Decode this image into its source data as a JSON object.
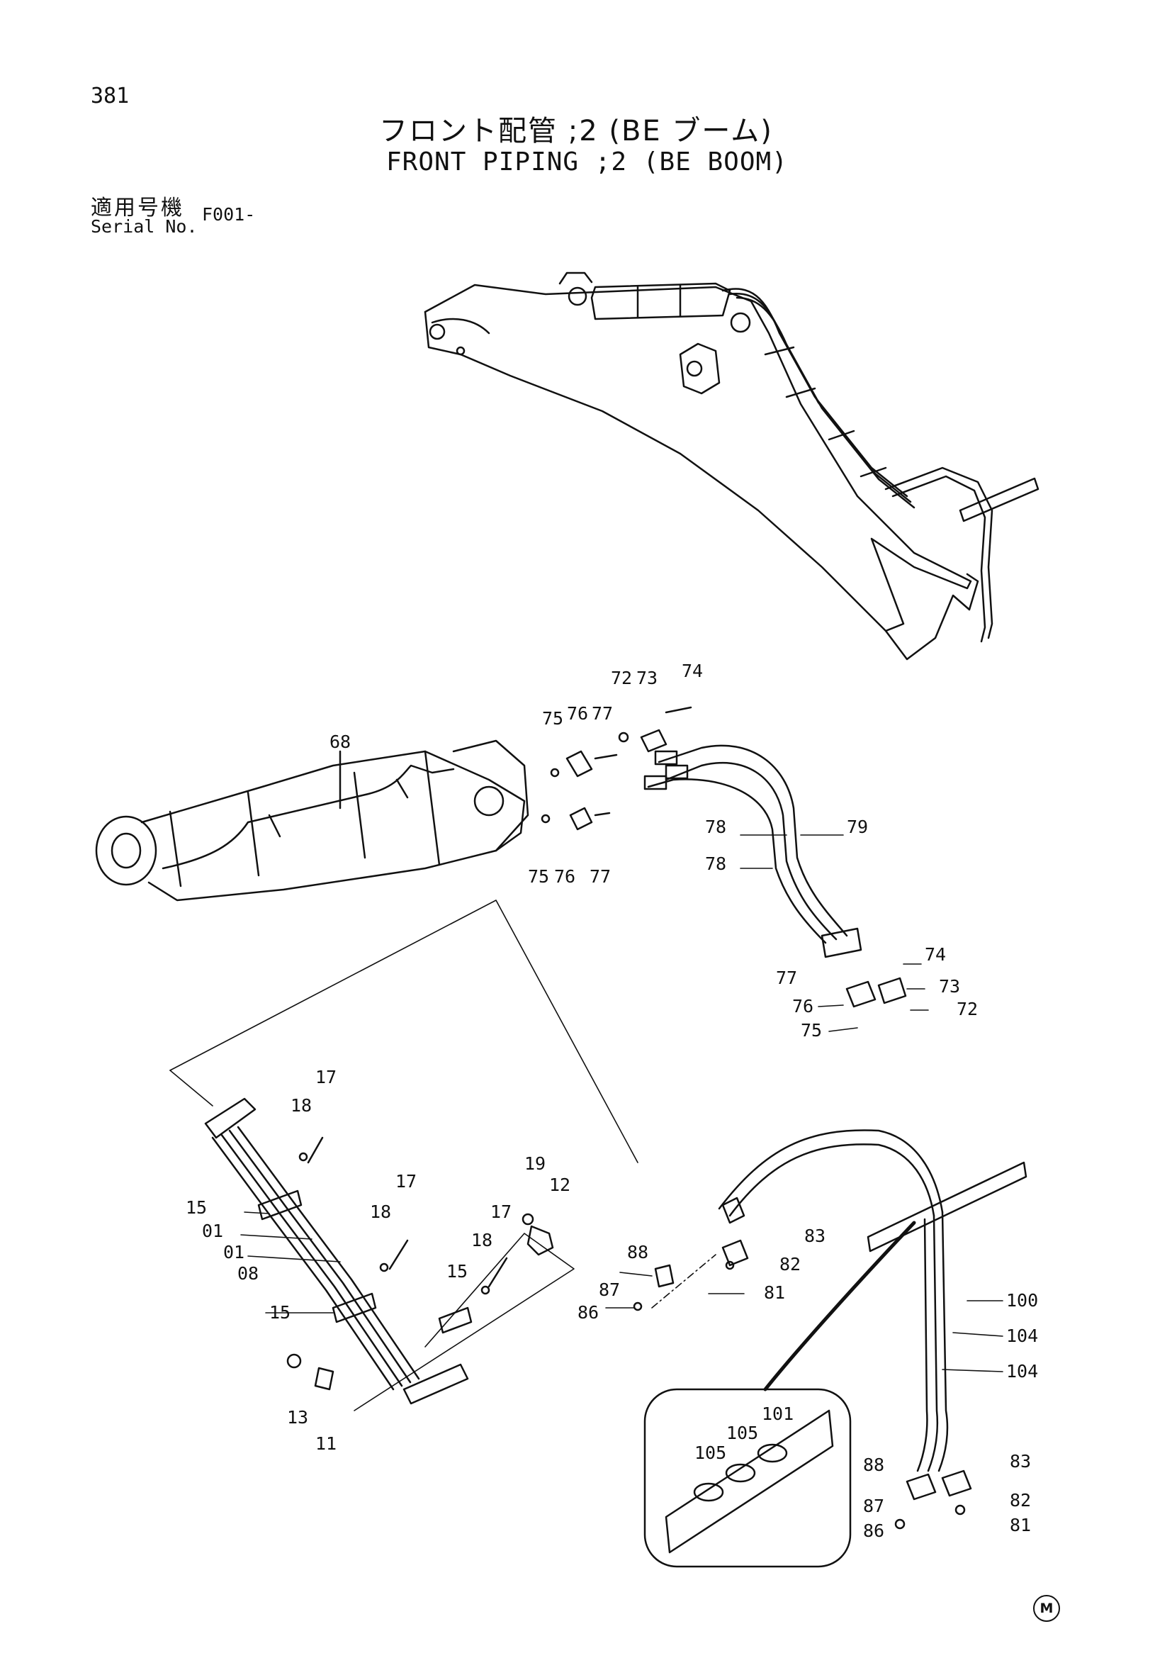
{
  "page_number": "381",
  "title_jp": "フロント配管 ;2 (BE ブーム)",
  "title_en": "FRONT PIPING ;2 (BE BOOM)",
  "serial": {
    "label_jp": "適用号機",
    "label_en": "Serial No.",
    "value": "F001-"
  },
  "corner_mark": "M",
  "callouts": {
    "c68": "68",
    "c72a": "72",
    "c73a": "73",
    "c74a": "74",
    "c75a": "75",
    "c76a": "76",
    "c77a": "77",
    "c75b": "75",
    "c76b": "76",
    "c77b": "77",
    "c78a": "78",
    "c79": "79",
    "c78b": "78",
    "c74b": "74",
    "c77c": "77",
    "c73b": "73",
    "c76c": "76",
    "c72b": "72",
    "c75c": "75",
    "c17a": "17",
    "c18a": "18",
    "c17b": "17",
    "c18b": "18",
    "c17c": "17",
    "c18c": "18",
    "c19": "19",
    "c12": "12",
    "c15a": "15",
    "c01a": "01",
    "c01b": "01",
    "c08": "08",
    "c15b": "15",
    "c15c": "15",
    "c13": "13",
    "c11": "11",
    "c88a": "88",
    "c87a": "87",
    "c86a": "86",
    "c83a": "83",
    "c82a": "82",
    "c81a": "81",
    "c100": "100",
    "c104a": "104",
    "c104b": "104",
    "c105a": "105",
    "c105b": "105",
    "c101": "101",
    "c88b": "88",
    "c87b": "87",
    "c86b": "86",
    "c83b": "83",
    "c82b": "82",
    "c81b": "81"
  }
}
